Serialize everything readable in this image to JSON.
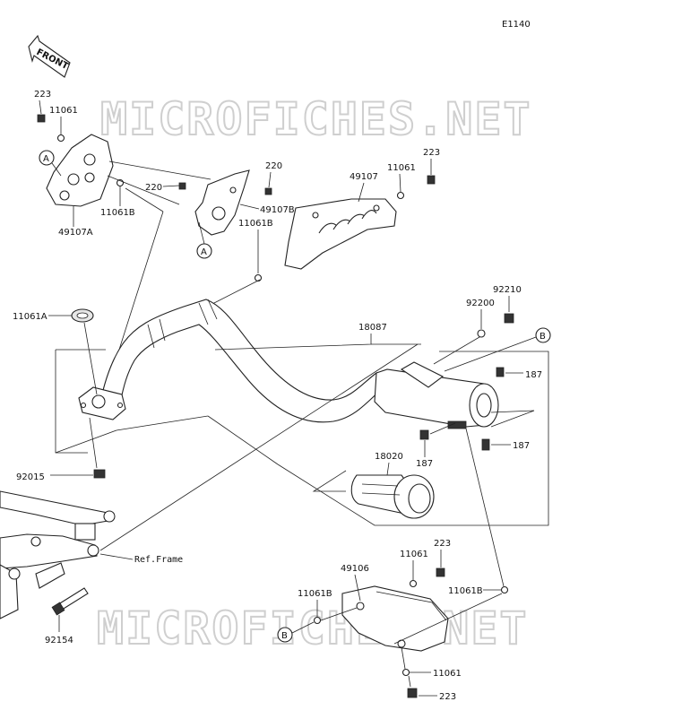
{
  "diagram_code": "E1140",
  "front_label": "FRONT",
  "watermark": "MICROFICHES.NET",
  "callouts": {
    "a": "A",
    "b": "B"
  },
  "ref_frame": "Ref.Frame",
  "labels": {
    "p223_top": "223",
    "p11061_top": "11061",
    "p49107A": "49107A",
    "p11061B_left": "11061B",
    "p220_top": "220",
    "p220_left": "220",
    "p49107B": "49107B",
    "p223_heat": "223",
    "p11061_heat": "11061",
    "p49107": "49107",
    "p11061B_mid": "11061B",
    "p11061A": "11061A",
    "p18087": "18087",
    "p92210": "92210",
    "p92200": "92200",
    "p187_top": "187",
    "p187_right": "187",
    "p187_under": "187",
    "p18020": "18020",
    "p92015": "92015",
    "p92154": "92154",
    "p223_cover": "223",
    "p11061_cover": "11061",
    "p49106": "49106",
    "p11061B_cover_left": "11061B",
    "p11061B_cover_right": "11061B",
    "p11061_bottom": "11061",
    "p223_bottom": "223"
  }
}
